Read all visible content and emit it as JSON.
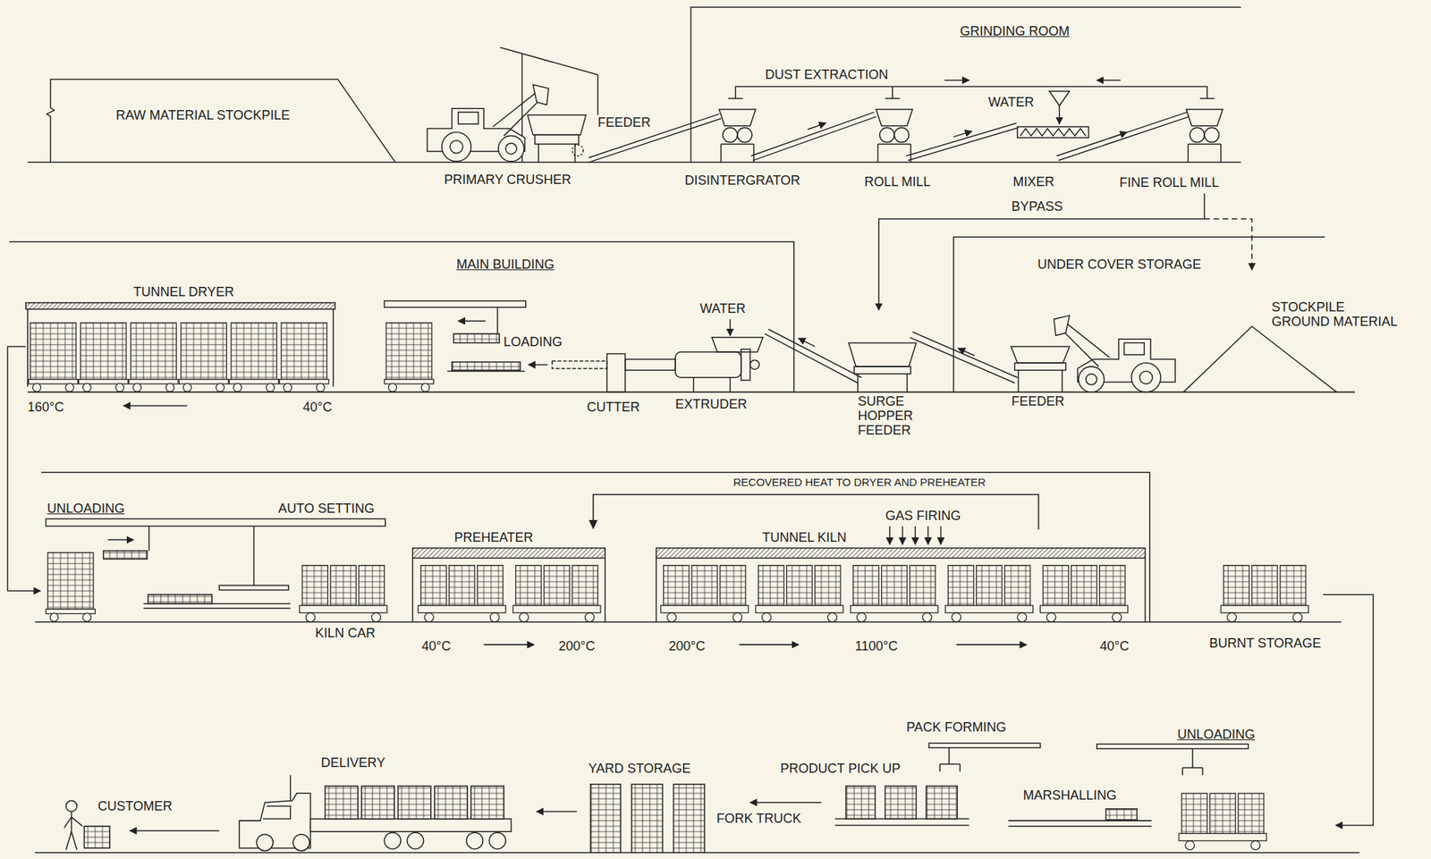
{
  "diagram": {
    "nodes": [
      {
        "text": [
          "TUNNEL DRYER"
        ]
      },
      {
        "text": [
          "PREHEATER"
        ]
      },
      {
        "text": [
          "TUNNEL KILN"
        ]
      }
    ],
    "edges": [
      {
        "from": 2,
        "to": 1,
        "arrow": "to",
        "label": "RECOVERED HEAT TO DRYER AND PREHEATER"
      }
    ],
    "labels": [
      "GRINDING ROOM",
      "DUST EXTRACTION",
      "RAW MATERIAL STOCKPILE",
      "WATER",
      "FEEDER",
      "PRIMARY CRUSHER",
      "DISINTERGRATOR",
      "ROLL MILL",
      "MIXER",
      "FINE ROLL MILL",
      "BYPASS",
      "MAIN BUILDING",
      "UNDER COVER STORAGE",
      "WATER",
      "STOCKPILE GROUND MATERIAL",
      "LOADING",
      "160°C",
      "40°C",
      "CUTTER",
      "EXTRUDER",
      "SURGE HOPPER FEEDER",
      "FEEDER",
      "UNLOADING",
      "AUTO SETTING",
      "GAS FIRING",
      "KILN CAR",
      "40°C",
      "200°C",
      "200°C",
      "1100°C",
      "40°C",
      "BURNT STORAGE",
      "PACK FORMING",
      "UNLOADING",
      "DELIVERY",
      "YARD STORAGE",
      "PRODUCT PICK UP",
      "MARSHALLING",
      "CUSTOMER",
      "FORK TRUCK"
    ]
  }
}
